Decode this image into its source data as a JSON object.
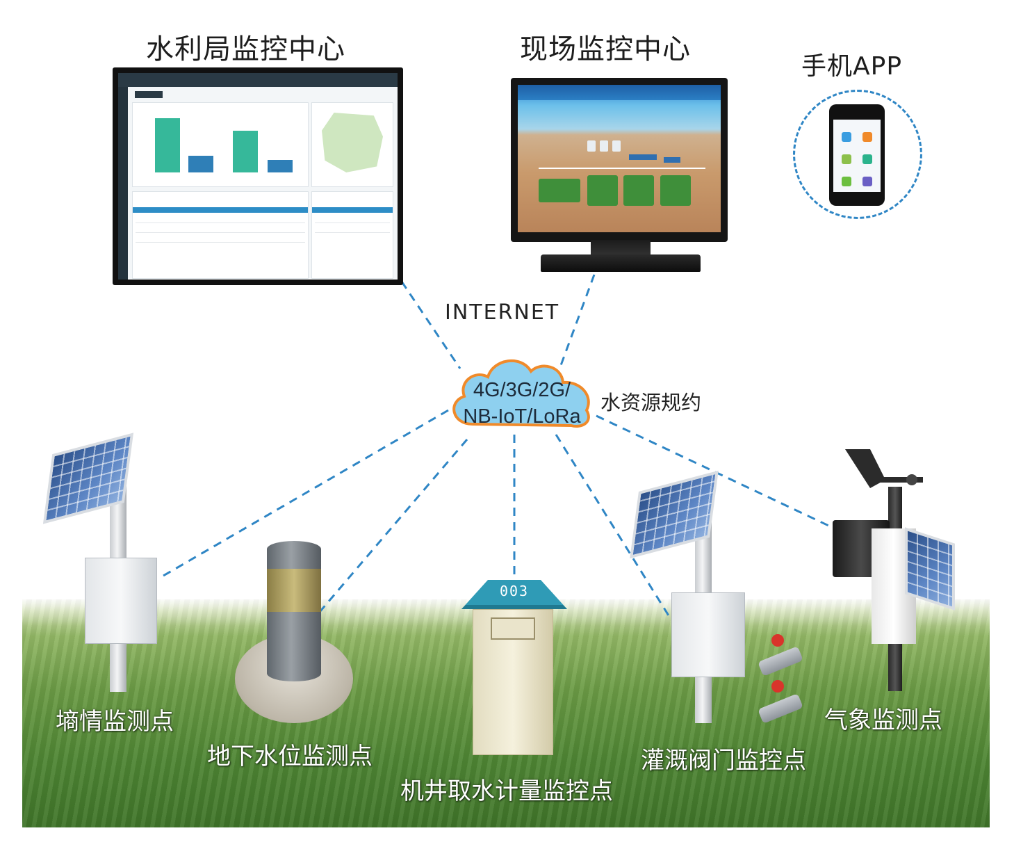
{
  "centers": {
    "bureau": {
      "title": "水利局监控中心"
    },
    "site": {
      "title": "现场监控中心"
    },
    "mobile": {
      "title": "手机APP"
    }
  },
  "network": {
    "internet": "INTERNET",
    "cloud_line1": "4G/3G/2G/",
    "cloud_line2": "NB-IoT/LoRa",
    "protocol": "水资源规约"
  },
  "monitoring_points": [
    {
      "label": "墒情监测点"
    },
    {
      "label": "地下水位监测点"
    },
    {
      "label": "机井取水计量监控点"
    },
    {
      "label": "灌溉阀门监控点"
    },
    {
      "label": "气象监测点"
    }
  ],
  "kiosk": {
    "number": "003"
  },
  "colors": {
    "link": "#2f86c5",
    "cloud_fill": "#8ed0ef",
    "cloud_stroke": "#f08a2a",
    "bar_teal": "#36b89a",
    "bar_blue": "#2f7fb7"
  }
}
